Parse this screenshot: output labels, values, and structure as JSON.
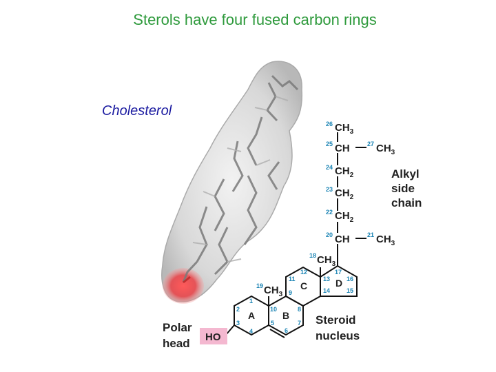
{
  "title": "Sterols have four fused carbon rings",
  "subtitle": "Cholesterol",
  "side_chain": {
    "c26": {
      "num": "26",
      "group": "CH",
      "sub": "3"
    },
    "c25": {
      "num": "25",
      "group": "CH"
    },
    "c27": {
      "num": "27",
      "group": "CH",
      "sub": "3"
    },
    "c24": {
      "num": "24",
      "group": "CH",
      "sub": "2"
    },
    "c23": {
      "num": "23",
      "group": "CH",
      "sub": "2"
    },
    "c22": {
      "num": "22",
      "group": "CH",
      "sub": "2"
    },
    "c20": {
      "num": "20",
      "group": "CH"
    },
    "c21": {
      "num": "21",
      "group": "CH",
      "sub": "3"
    }
  },
  "methyls": {
    "c18": {
      "num": "18",
      "group": "CH",
      "sub": "3"
    },
    "c19": {
      "num": "19",
      "group": "CH",
      "sub": "3"
    }
  },
  "rings": {
    "A": "A",
    "B": "B",
    "C": "C",
    "D": "D"
  },
  "ring_numbers": [
    "1",
    "2",
    "3",
    "4",
    "5",
    "6",
    "7",
    "8",
    "9",
    "10",
    "11",
    "12",
    "13",
    "14",
    "15",
    "16",
    "17"
  ],
  "labels": {
    "alkyl": [
      "Alkyl",
      "side",
      "chain"
    ],
    "steroid": [
      "Steroid",
      "nucleus"
    ],
    "polar": [
      "Polar",
      "head"
    ],
    "ho": "HO"
  },
  "colors": {
    "title": "#2e9a3c",
    "subtitle": "#1a1aa0",
    "numbers": "#1b84b4",
    "ho_highlight": "#f4b8d0",
    "oxygen_glow": "#e8474c"
  }
}
